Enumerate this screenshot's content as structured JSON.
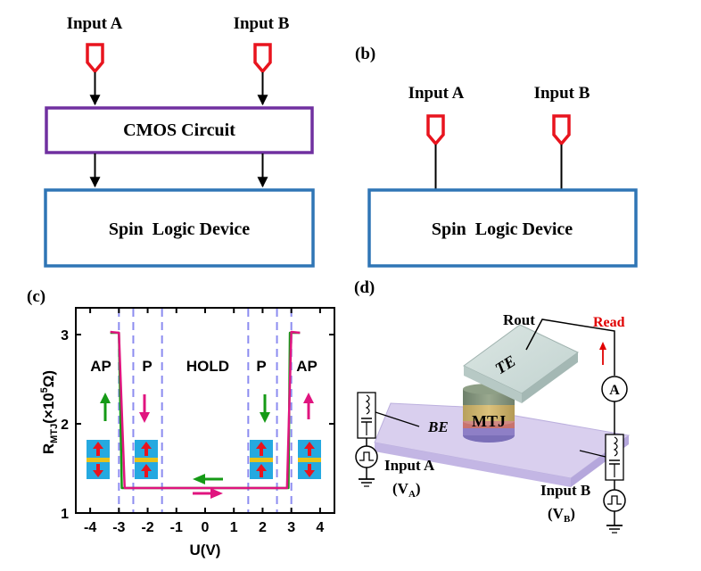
{
  "panel_a": {
    "input_a": "Input A",
    "input_b": "Input B",
    "cmos": "CMOS Circuit",
    "device": "Spin  Logic Device"
  },
  "panel_b": {
    "label": "(b)",
    "input_a": "Input A",
    "input_b": "Input B",
    "device": "Spin  Logic Device"
  },
  "panel_c": {
    "label": "(c)",
    "ylabel_main": "R",
    "ylabel_sub": "MTJ",
    "ylabel_unit_prefix": "(×10",
    "ylabel_unit_exp": "5",
    "ylabel_unit_suffix": "Ω)",
    "xlabel": "U(V)",
    "regions": [
      "AP",
      "P",
      "HOLD",
      "P",
      "AP"
    ]
  },
  "panel_d": {
    "label": "(d)",
    "rout": "Rout",
    "read": "Read",
    "te": "TE",
    "mtj": "MTJ",
    "be": "BE",
    "ammeter": "A",
    "input_a": "Input A",
    "va_main": "(V",
    "va_sub": "A",
    "va_end": ")",
    "input_b": "Input B",
    "vb_main": "(V",
    "vb_sub": "B",
    "vb_end": ")"
  },
  "colors": {
    "box_blue": "#2f75b5",
    "cmos_purple": "#7030a0",
    "pin_red": "#e8141e",
    "green": "#159a16",
    "magenta": "#e0147f",
    "dash_blue": "#8c8cf0",
    "read_red": "#e00000"
  },
  "chart_data": {
    "type": "line",
    "title": "",
    "xlabel": "U(V)",
    "ylabel": "RMTJ(×10^5Ω)",
    "xlim": [
      -4.5,
      4.5
    ],
    "ylim": [
      1.0,
      3.3
    ],
    "xticks": [
      -4,
      -3,
      -2,
      -1,
      0,
      1,
      2,
      3,
      4
    ],
    "yticks": [
      1,
      2,
      3
    ],
    "vlines_dashed": [
      -3.0,
      -2.5,
      -1.5,
      1.5,
      2.5,
      3.0
    ],
    "series": [
      {
        "color": "green",
        "x": [
          -3.3,
          -3.0,
          -2.9,
          2.9,
          2.95,
          3.3
        ],
        "y": [
          3.02,
          3.02,
          1.28,
          1.28,
          3.02,
          3.02
        ]
      },
      {
        "color": "magenta",
        "x": [
          -3.3,
          -3.0,
          -2.8,
          2.85,
          3.0,
          3.3
        ],
        "y": [
          3.03,
          3.02,
          1.28,
          1.28,
          3.03,
          3.02
        ]
      }
    ]
  }
}
